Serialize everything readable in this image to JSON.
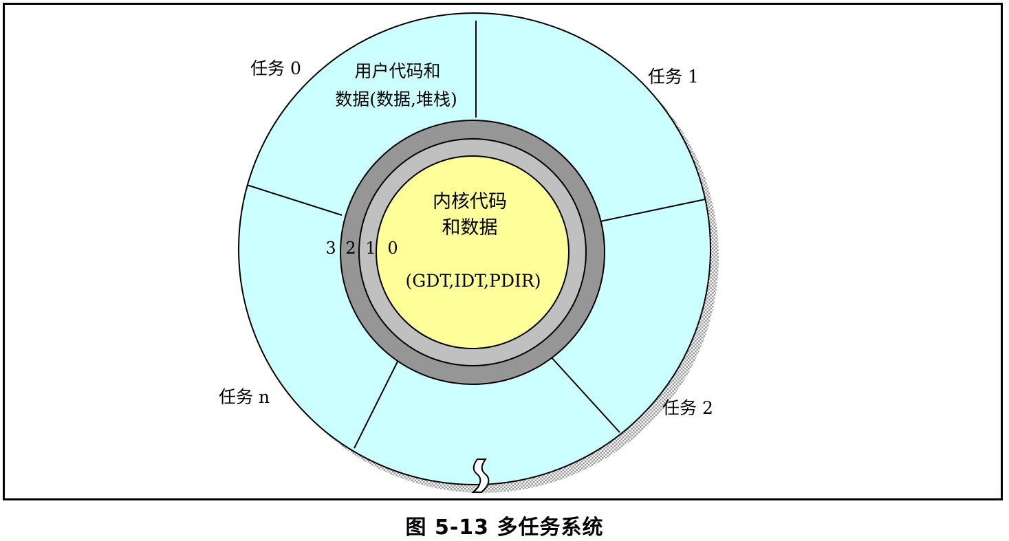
{
  "diagram": {
    "tasks": [
      "任务 0",
      "任务 1",
      "任务 2",
      "任务 n"
    ],
    "user_label_line1": "用户代码和",
    "user_label_line2": "数据(数据,堆栈)",
    "kernel_label_line1": "内核代码",
    "kernel_label_line2": "和数据",
    "kernel_tables": "(GDT,IDT,PDIR)",
    "ring_numbers": [
      "3",
      "2",
      "1",
      "0"
    ],
    "colors": {
      "user_space": "#ccffff",
      "ring_outer": "#969696",
      "ring_inner": "#c0c0c0",
      "kernel": "#ffff99",
      "shadow": "#b4b4b4"
    }
  },
  "caption": "图 5-13 多任务系统"
}
